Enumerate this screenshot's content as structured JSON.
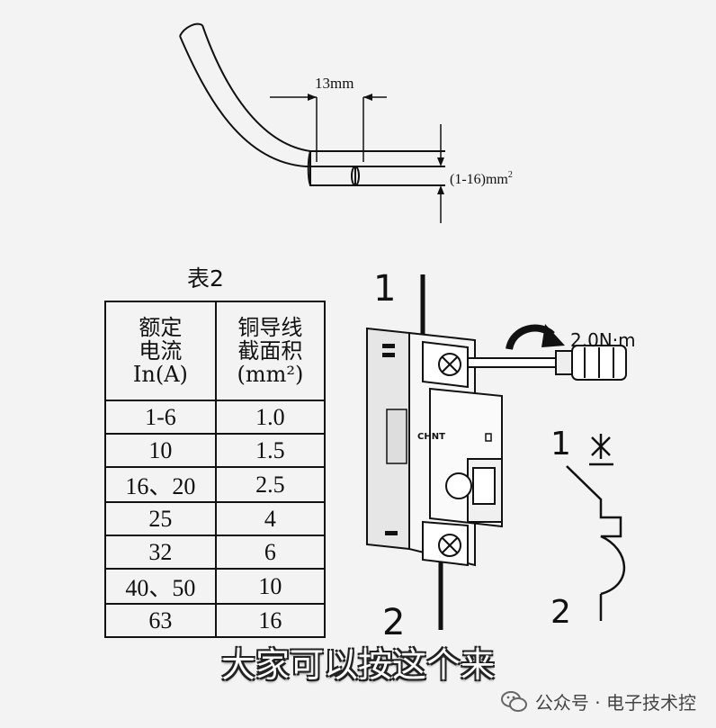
{
  "wire_diagram": {
    "strip_length_label": "13mm",
    "cross_section_label": "(1-16)mm",
    "cross_section_sup": "2"
  },
  "table": {
    "title": "表2",
    "header": {
      "col1": [
        "额定",
        "电流",
        "In(A)"
      ],
      "col2": [
        "铜导线",
        "截面积",
        "(mm²)"
      ]
    },
    "rows": [
      {
        "current": "1-6",
        "section": "1.0"
      },
      {
        "current": "10",
        "section": "1.5"
      },
      {
        "current": "16、20",
        "section": "2.5"
      },
      {
        "current": "25",
        "section": "4"
      },
      {
        "current": "32",
        "section": "6"
      },
      {
        "current": "40、50",
        "section": "10"
      },
      {
        "current": "63",
        "section": "16"
      }
    ]
  },
  "breaker_diagram": {
    "terminal_top": "1",
    "terminal_bottom": "2",
    "torque_label": "2.0N·m",
    "brand_label": "CHNT"
  },
  "symbol_diagram": {
    "terminal_top": "1",
    "terminal_bottom": "2"
  },
  "subtitle": "大家可以按这个来",
  "watermark": {
    "text": "公众号 · 电子技术控",
    "icon": "wechat-icon"
  }
}
